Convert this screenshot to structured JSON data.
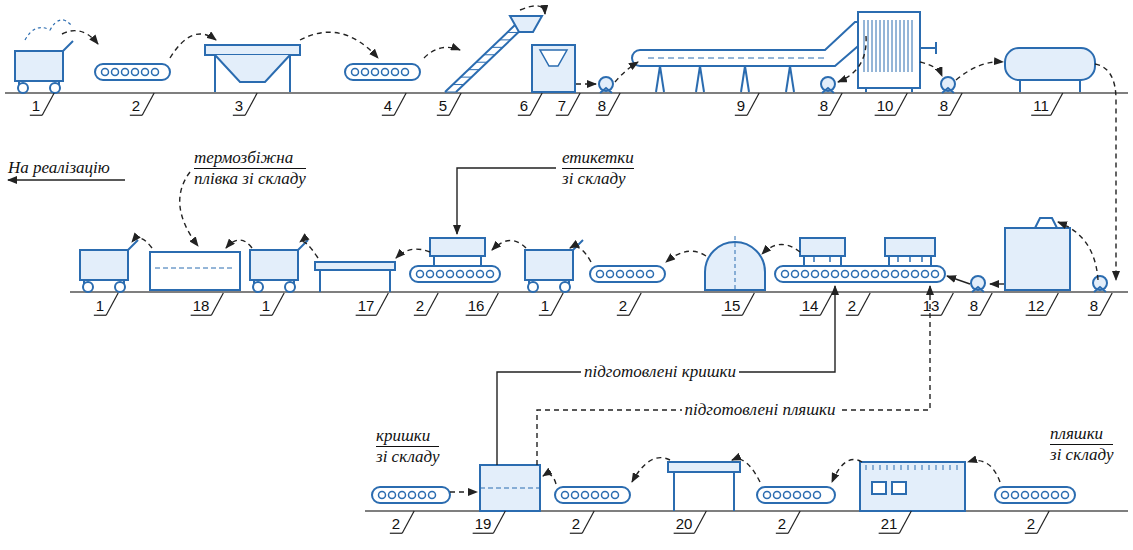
{
  "diagram": {
    "labels": [
      "1",
      "2",
      "3",
      "4",
      "5",
      "6",
      "7",
      "8",
      "9",
      "8",
      "10",
      "8",
      "11",
      "термозбіжна плівка зі складу",
      "етикетки зі складу",
      "На реалізацію",
      "1",
      "18",
      "1",
      "17",
      "2",
      "16",
      "1",
      "2",
      "15",
      "14",
      "2",
      "13",
      "8",
      "12",
      "8",
      "підготовлені кришки",
      "підготовлені пляшки",
      "кришки зі складу",
      "пляшки зі складу",
      "2",
      "19",
      "2",
      "20",
      "2",
      "21",
      "2"
    ]
  }
}
